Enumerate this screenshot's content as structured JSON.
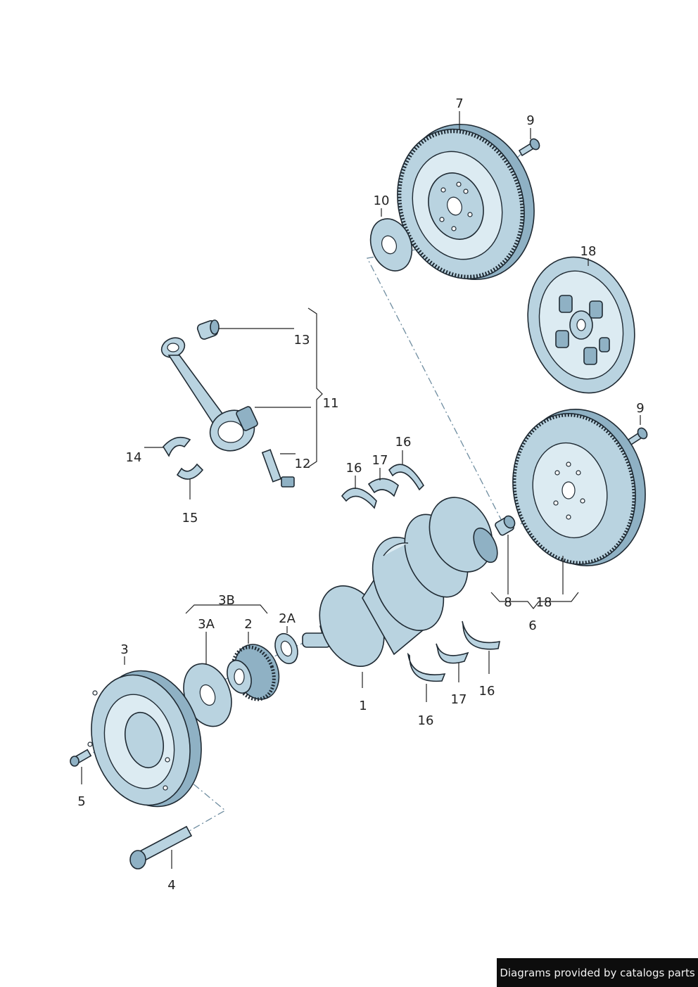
{
  "labels": {
    "l1": "1",
    "l2": "2",
    "l2A": "2A",
    "l3": "3",
    "l3A": "3A",
    "l3B": "3B",
    "l4": "4",
    "l5": "5",
    "l6": "6",
    "l7": "7",
    "l8": "8",
    "l9a": "9",
    "l9b": "9",
    "l10": "10",
    "l11": "11",
    "l12": "12",
    "l13": "13",
    "l14": "14",
    "l15": "15",
    "l16a": "16",
    "l16b": "16",
    "l16c": "16",
    "l16d": "16",
    "l17a": "17",
    "l17b": "17",
    "l18a": "18",
    "l18b": "18"
  },
  "footer": {
    "text": "Diagrams provided by catalogs parts"
  },
  "colors": {
    "part_fill": "#b9d3e0",
    "part_dark": "#8fb1c4",
    "outline": "#1f2a33",
    "footer_bg": "#0d0d0d"
  }
}
